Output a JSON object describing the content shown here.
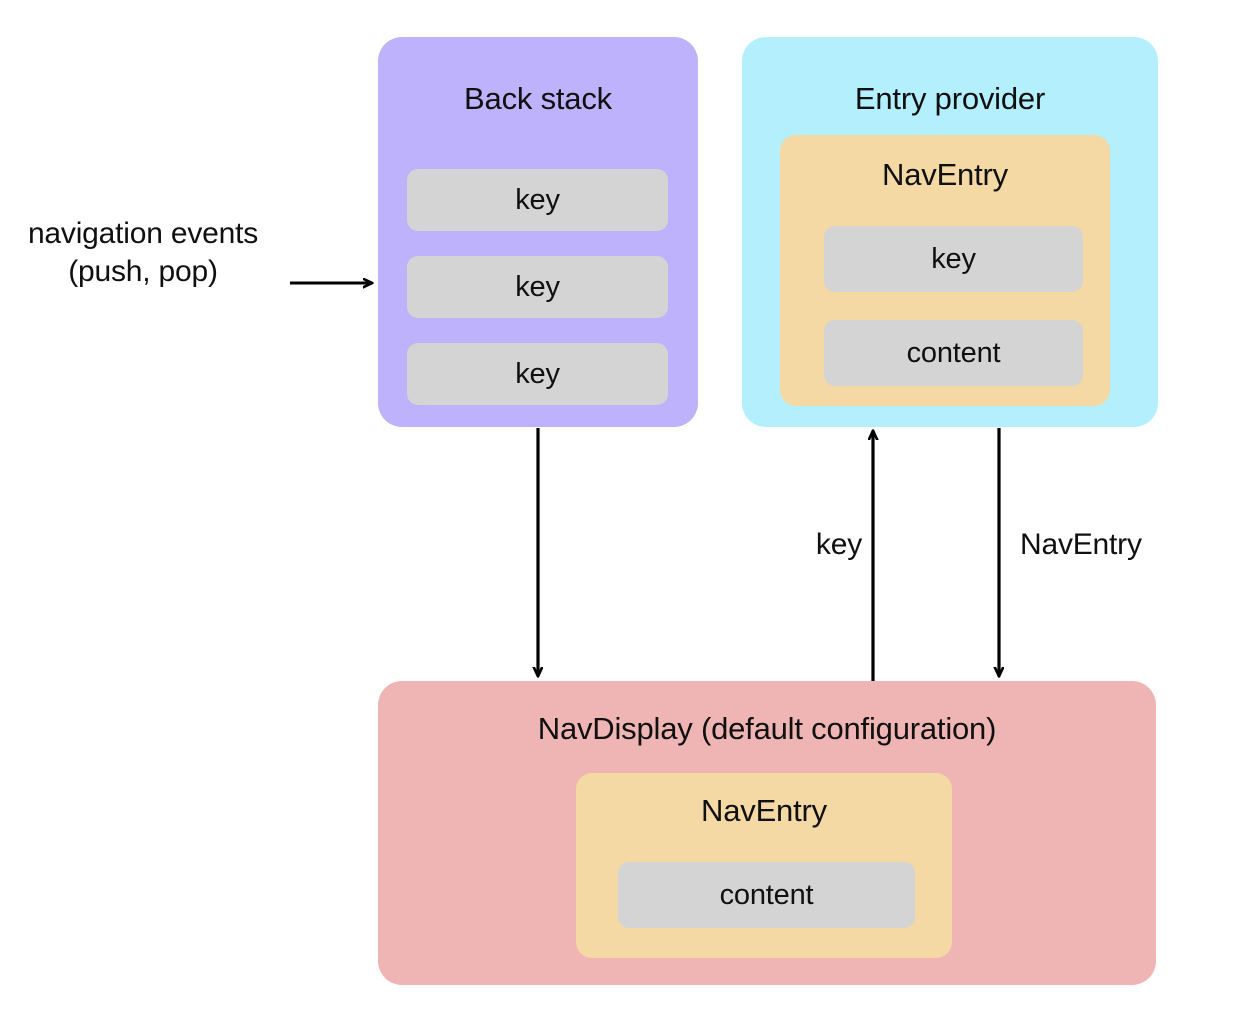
{
  "diagram": {
    "title_semantics": "Navigation 3 architecture diagram",
    "colors": {
      "back_stack_fill": "#bdb2fb",
      "entry_provider_fill": "#b3effd",
      "nav_entry_fill": "#f4d9a4",
      "nav_display_fill": "#efb5b5",
      "pill_fill": "#d4d4d4",
      "arrow_stroke": "#000000",
      "text": "#101010",
      "background": "#ffffff"
    }
  },
  "external_input": {
    "line1": "navigation events",
    "line2": "(push, pop)"
  },
  "back_stack": {
    "title": "Back stack",
    "keys": [
      {
        "label": "key"
      },
      {
        "label": "key"
      },
      {
        "label": "key"
      }
    ]
  },
  "entry_provider": {
    "title": "Entry provider",
    "nav_entry": {
      "title": "NavEntry",
      "slots": [
        {
          "label": "key"
        },
        {
          "label": "content"
        }
      ]
    }
  },
  "nav_display": {
    "title": "NavDisplay (default configuration)",
    "nav_entry": {
      "title": "NavEntry",
      "slots": [
        {
          "label": "content"
        }
      ]
    }
  },
  "edges": [
    {
      "id": "events-to-backstack",
      "label": "",
      "direction": "right"
    },
    {
      "id": "backstack-to-navdisplay",
      "label": "",
      "direction": "down"
    },
    {
      "id": "navdisplay-to-entryprovider",
      "label": "key",
      "direction": "up"
    },
    {
      "id": "entryprovider-to-navdisplay",
      "label": "NavEntry",
      "direction": "down"
    }
  ]
}
